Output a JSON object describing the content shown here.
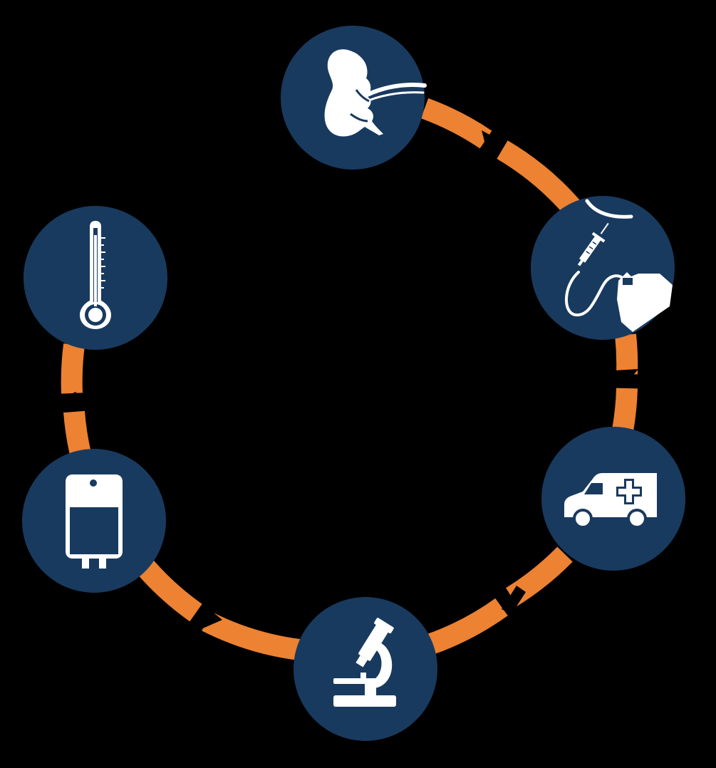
{
  "diagram": {
    "type": "cycle",
    "colors": {
      "background": "#000000",
      "node_fill": "#193a5f",
      "connector": "#ec8232",
      "icon": "#ffffff"
    },
    "nodes": [
      {
        "id": "fetus",
        "icon": "fetus-with-umbilical-cord-icon"
      },
      {
        "id": "collection",
        "icon": "syringe-and-collection-bag-icon"
      },
      {
        "id": "transport",
        "icon": "ambulance-icon"
      },
      {
        "id": "laboratory",
        "icon": "microscope-icon"
      },
      {
        "id": "storage",
        "icon": "blood-bag-icon"
      },
      {
        "id": "cryopreservation",
        "icon": "thermometer-icon"
      }
    ],
    "connections": [
      {
        "from": "fetus",
        "to": "collection"
      },
      {
        "from": "collection",
        "to": "transport"
      },
      {
        "from": "transport",
        "to": "laboratory"
      },
      {
        "from": "laboratory",
        "to": "storage"
      },
      {
        "from": "storage",
        "to": "cryopreservation"
      }
    ]
  }
}
